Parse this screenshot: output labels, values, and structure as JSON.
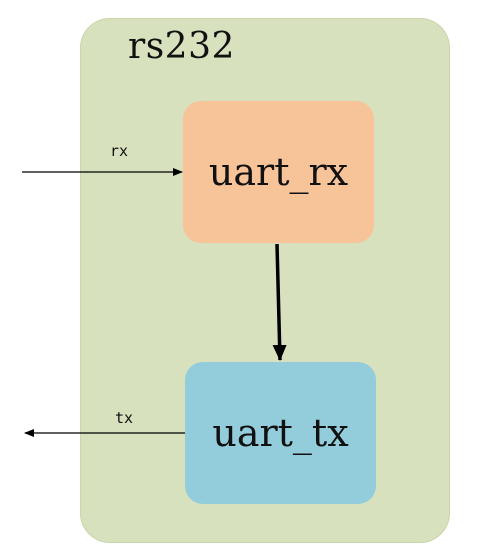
{
  "module": {
    "name": "rs232"
  },
  "blocks": [
    {
      "id": "uart_rx",
      "label": "uart_rx",
      "color": "#f7c49a"
    },
    {
      "id": "uart_tx",
      "label": "uart_tx",
      "color": "#93cddb"
    }
  ],
  "ports": [
    {
      "label": "rx",
      "direction": "input",
      "target": "uart_rx"
    },
    {
      "label": "tx",
      "direction": "output",
      "source": "uart_tx"
    }
  ],
  "connections": [
    {
      "from": "uart_rx",
      "to": "uart_tx"
    }
  ],
  "colors": {
    "container": "#d7e1bd",
    "wire": "#000000"
  }
}
